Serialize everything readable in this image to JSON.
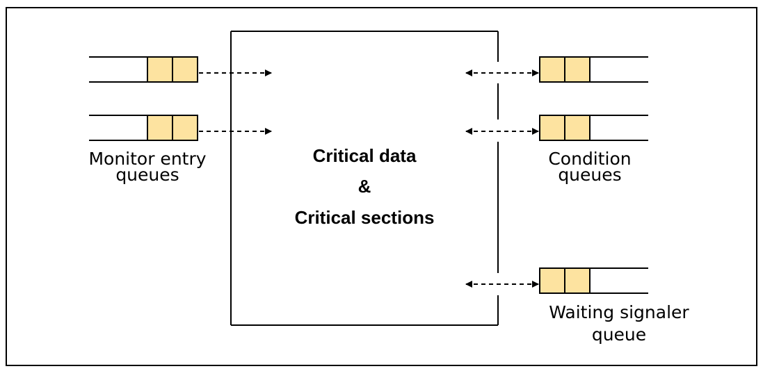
{
  "colors": {
    "slot_fill": "#FDE3A0",
    "stroke": "#000000",
    "background": "#FFFFFF"
  },
  "center": {
    "line1": "Critical data",
    "line2": "&",
    "line3": "Critical sections"
  },
  "labels": {
    "entry_line1": "Monitor entry",
    "entry_line2": "queues",
    "condition_line1": "Condition",
    "condition_line2": "queues",
    "signaler_line1": "Waiting signaler",
    "signaler_line2": "queue"
  }
}
